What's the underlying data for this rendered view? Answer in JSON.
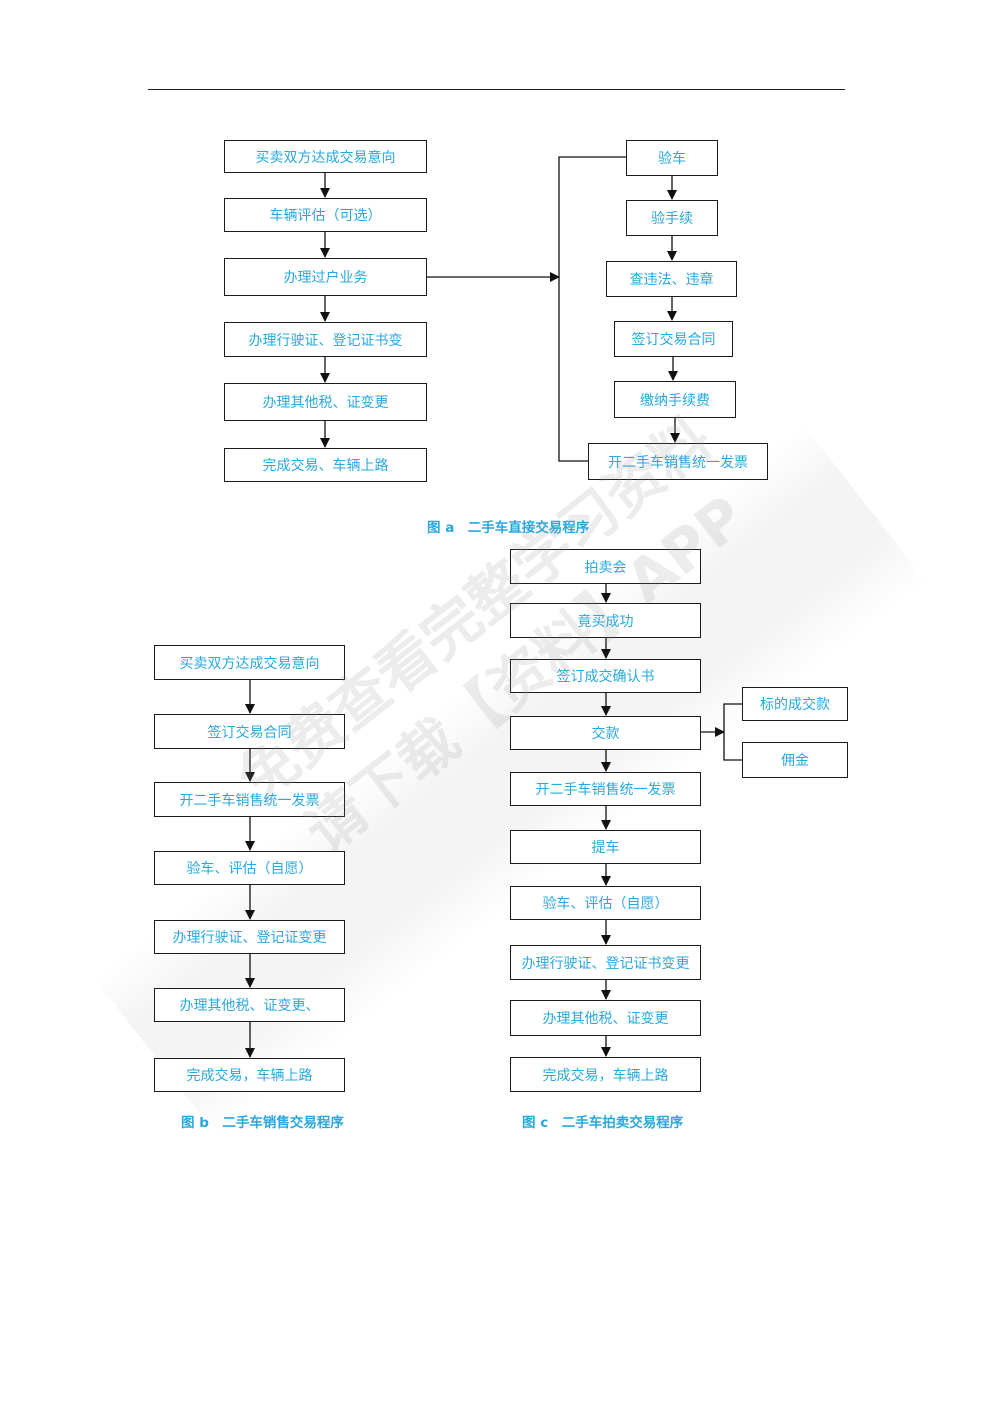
{
  "watermark": {
    "line1": "免费查看完整学习资料",
    "line2": "请下载【资料】APP"
  },
  "figure_a": {
    "caption": "图 a　二手车直接交易程序",
    "left_steps": [
      "买卖双方达成交易意向",
      "车辆评估（可选）",
      "办理过户业务",
      "办理行驶证、登记证书变",
      "办理其他税、证变更",
      "完成交易、车辆上路"
    ],
    "right_steps": [
      "验车",
      "验手续",
      "查违法、违章",
      "签订交易合同",
      "缴纳手续费",
      "开二手车销售统一发票"
    ]
  },
  "figure_b": {
    "caption": "图 b　二手车销售交易程序",
    "steps": [
      "买卖双方达成交易意向",
      "签订交易合同",
      "开二手车销售统一发票",
      "验车、评估（自愿）",
      "办理行驶证、登记证变更",
      "办理其他税、证变更、",
      "完成交易，车辆上路"
    ]
  },
  "figure_c": {
    "caption": "图 c　二手车拍卖交易程序",
    "steps": [
      "拍卖会",
      "竟买成功",
      "签订成交确认书",
      "交款",
      "开二手车销售统一发票",
      "提车",
      "验车、评估（自愿）",
      "办理行驶证、登记证书变更",
      "办理其他税、证变更",
      "完成交易，车辆上路"
    ],
    "side_steps": [
      "标的成交款",
      "佣金"
    ]
  }
}
